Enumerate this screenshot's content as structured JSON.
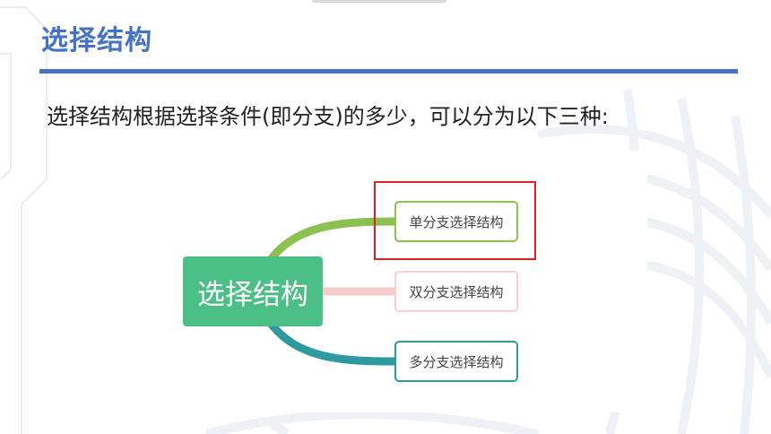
{
  "slide": {
    "title": "选择结构",
    "intro": "选择结构根据选择条件(即分支)的多少，可以分为以下三种:"
  },
  "mindmap": {
    "root": "选择结构",
    "branches": [
      {
        "label": "单分支选择结构",
        "color": "#8cc152",
        "highlighted": true
      },
      {
        "label": "双分支选择结构",
        "color": "#f7c9c9",
        "highlighted": false
      },
      {
        "label": "多分支选择结构",
        "color": "#2e9aa0",
        "highlighted": false
      }
    ]
  },
  "colors": {
    "title": "#4472c4",
    "root_fill": "#4cbf87",
    "highlight_box": "#e02020"
  }
}
